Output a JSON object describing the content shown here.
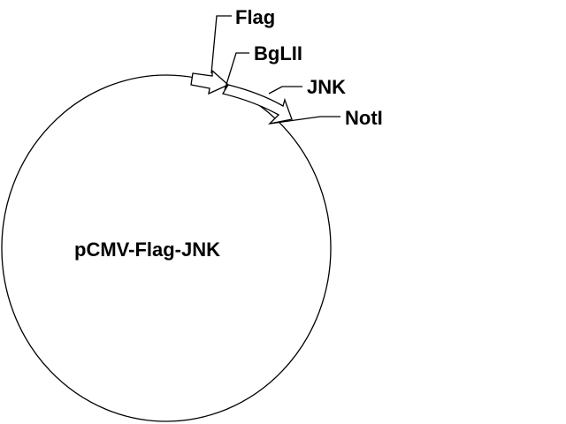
{
  "plasmid": {
    "name": "pCMV-Flag-JNK"
  },
  "features": {
    "flag": "Flag",
    "bglii": "BgLII",
    "jnk": "JNK",
    "noti": "NotI"
  },
  "colors": {
    "stroke": "#000000",
    "background": "#ffffff"
  }
}
